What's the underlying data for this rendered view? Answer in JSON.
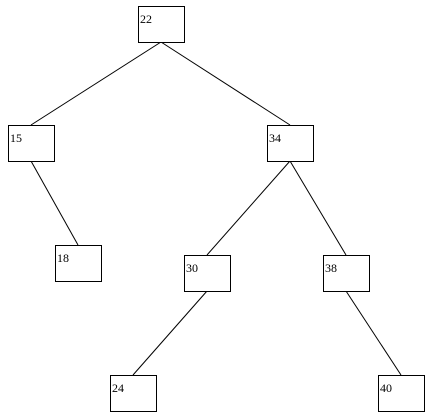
{
  "diagram": {
    "type": "binary-tree",
    "nodes": [
      {
        "id": "n22",
        "label": "22"
      },
      {
        "id": "n15",
        "label": "15"
      },
      {
        "id": "n34",
        "label": "34"
      },
      {
        "id": "n18",
        "label": "18"
      },
      {
        "id": "n30",
        "label": "30"
      },
      {
        "id": "n38",
        "label": "38"
      },
      {
        "id": "n24",
        "label": "24"
      },
      {
        "id": "n40",
        "label": "40"
      }
    ],
    "edges": [
      {
        "from": "n22",
        "to": "n15"
      },
      {
        "from": "n22",
        "to": "n34"
      },
      {
        "from": "n15",
        "to": "n18"
      },
      {
        "from": "n34",
        "to": "n30"
      },
      {
        "from": "n34",
        "to": "n38"
      },
      {
        "from": "n30",
        "to": "n24"
      },
      {
        "from": "n38",
        "to": "n40"
      }
    ]
  }
}
